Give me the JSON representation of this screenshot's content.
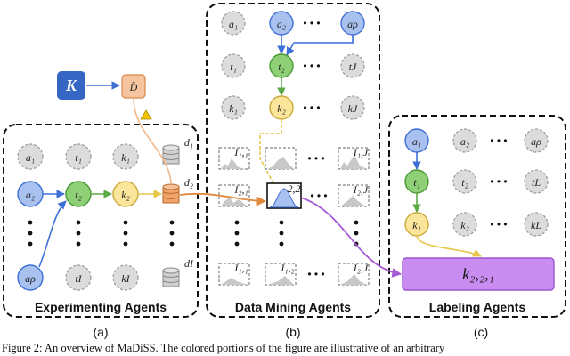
{
  "panels": {
    "experimenting": {
      "title": "Experimenting Agents",
      "sub": "(a)"
    },
    "mining": {
      "title": "Data Mining Agents",
      "sub": "(b)"
    },
    "labeling": {
      "title": "Labeling Agents",
      "sub": "(c)"
    }
  },
  "symbols": {
    "K": "K",
    "D_hat": "D̂",
    "a1": "a₁",
    "a2": "a₂",
    "arho": "aρ",
    "t1": "t₁",
    "t2": "t₂",
    "tI": "tI",
    "tJ": "tJ",
    "tL": "tL",
    "k1": "k₁",
    "k2": "k₂",
    "kI": "kI",
    "kJ": "kJ",
    "kL": "kL",
    "d1": "d₁",
    "d2": "d₂",
    "dI": "dI",
    "I11": "I₁,₁",
    "I1J": "I₁,J",
    "I21": "I₂,₁",
    "I22": "2,2",
    "I2J": "I₂,J",
    "II1": "I₁,₁",
    "II2": "I₁,₂",
    "IIJ": "I₂,J",
    "k221": "k₂,₂,₁",
    "dots": "• • •"
  },
  "caption": "Figure 2: An overview of MaDiSS. The colored portions of the figure are illustrative of an arbitrary"
}
